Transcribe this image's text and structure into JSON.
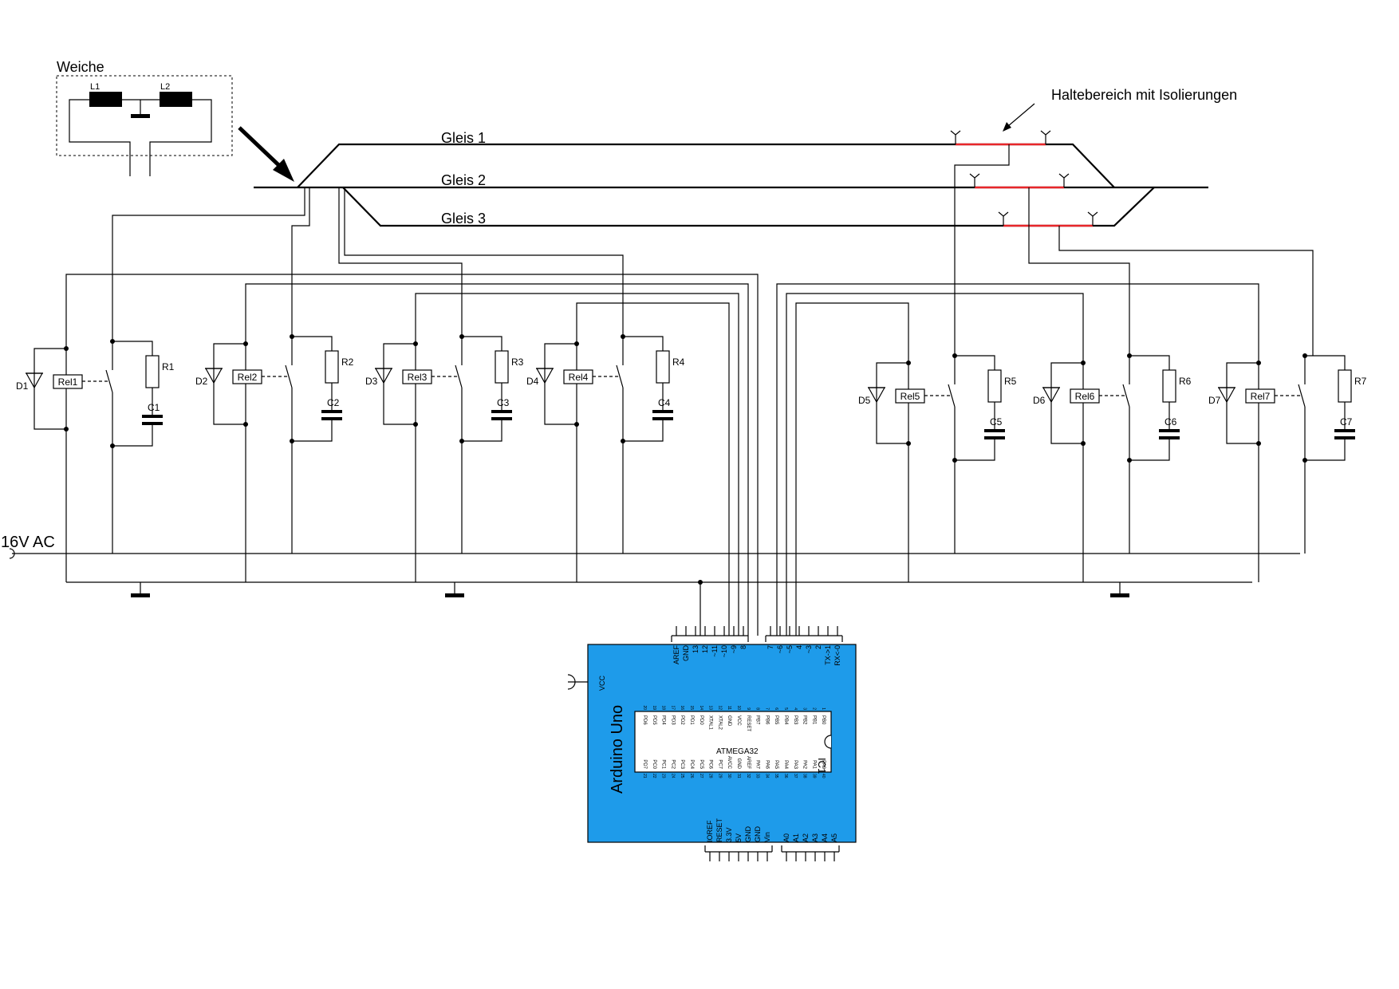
{
  "labels": {
    "turnout": "Weiche",
    "coil_1": "L1",
    "coil_2": "L2",
    "stop_zone": "Haltebereich mit Isolierungen",
    "supply": "16V AC",
    "board": "Arduino Uno",
    "vcc": "VCC",
    "ic_name": "ATMEGA32",
    "ic_ref": "IC1"
  },
  "tracks": [
    "Gleis 1",
    "Gleis 2",
    "Gleis 3"
  ],
  "stages": [
    {
      "diode": "D1",
      "relay": "Rel1",
      "resistor": "R1",
      "capacitor": "C1"
    },
    {
      "diode": "D2",
      "relay": "Rel2",
      "resistor": "R2",
      "capacitor": "C2"
    },
    {
      "diode": "D3",
      "relay": "Rel3",
      "resistor": "R3",
      "capacitor": "C3"
    },
    {
      "diode": "D4",
      "relay": "Rel4",
      "resistor": "R4",
      "capacitor": "C4"
    },
    {
      "diode": "D5",
      "relay": "Rel5",
      "resistor": "R5",
      "capacitor": "C5"
    },
    {
      "diode": "D6",
      "relay": "Rel6",
      "resistor": "R6",
      "capacitor": "C6"
    },
    {
      "diode": "D7",
      "relay": "Rel7",
      "resistor": "R7",
      "capacitor": "C7"
    }
  ],
  "arduino": {
    "header_top_left": [
      "AREF",
      "GND",
      "13",
      "12",
      "~11",
      "~10",
      "~9",
      "8"
    ],
    "header_top_right": [
      "7",
      "~6",
      "~5",
      "4",
      "~3",
      "2",
      "TX->1",
      "RX<-0"
    ],
    "header_bottom_left": [
      "IOREF",
      "RESET",
      "3.3V",
      "5V",
      "GND",
      "GND",
      "Vin"
    ],
    "header_bottom_right": [
      "A0",
      "A1",
      "A2",
      "A3",
      "A4",
      "A5"
    ]
  },
  "atmega": {
    "top_pins": [
      "PD6",
      "PD5",
      "PD4",
      "PD3",
      "PD2",
      "PD1",
      "PD0",
      "XTAL1",
      "XTAL2",
      "GND",
      "VCC",
      "RESET",
      "PB7",
      "PB6",
      "PB5",
      "PB4",
      "PB3",
      "PB2",
      "PB1",
      "PB0"
    ],
    "bottom_pins": [
      "PD7",
      "PC0",
      "PC1",
      "PC2",
      "PC3",
      "PC4",
      "PC5",
      "PC6",
      "PC7",
      "AVCC",
      "GND",
      "AREF",
      "PA7",
      "PA6",
      "PA5",
      "PA4",
      "PA3",
      "PA2",
      "PA1",
      "PA0"
    ],
    "top_numbers": [
      "20",
      "19",
      "18",
      "17",
      "16",
      "15",
      "14",
      "13",
      "12",
      "11",
      "10",
      "9",
      "8",
      "7",
      "6",
      "5",
      "4",
      "3",
      "2",
      "1"
    ],
    "bottom_numbers": [
      "21",
      "22",
      "23",
      "24",
      "25",
      "26",
      "27",
      "28",
      "29",
      "30",
      "31",
      "32",
      "33",
      "34",
      "35",
      "36",
      "37",
      "38",
      "39",
      "40"
    ]
  },
  "colors": {
    "wire": "#000000",
    "isolation": "#e8262a",
    "board": "#1e9bea",
    "board_border": "#000000"
  }
}
